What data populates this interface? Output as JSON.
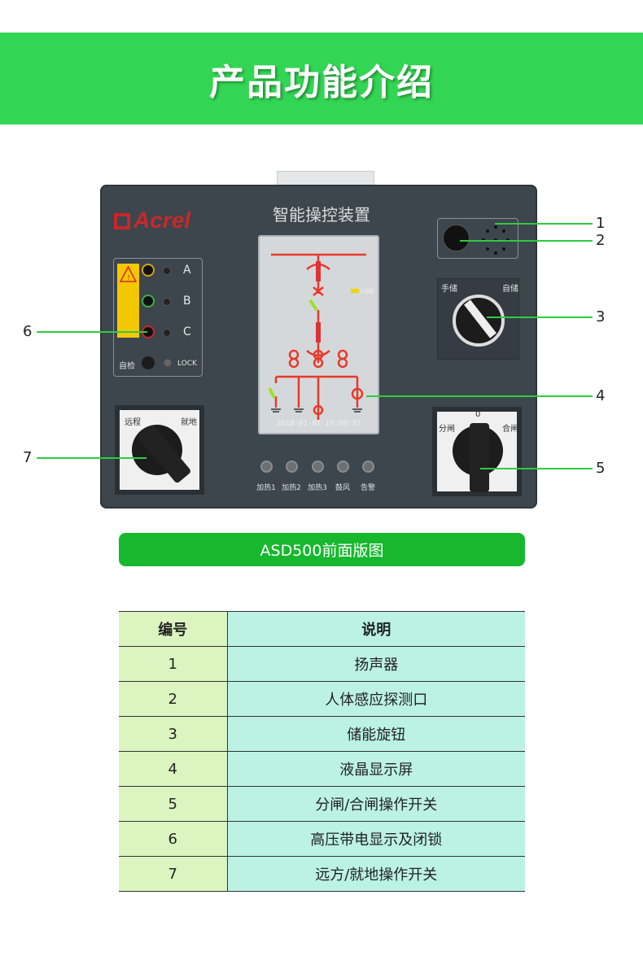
{
  "banner": {
    "title": "产品功能介绍"
  },
  "device": {
    "brand": "Acrel",
    "panel_title": "智能操控装置",
    "phases": [
      "A",
      "B",
      "C"
    ],
    "self_test": "自检",
    "lock": "LOCK",
    "lcd_time": "2018-01-01 19:00:37",
    "lcd_status": "已储能",
    "store_switch": {
      "left": "手储",
      "right": "自储"
    },
    "remote_switch": {
      "left": "远程",
      "right": "就地"
    },
    "breaker_switch": {
      "left": "分闸",
      "center": "0",
      "right": "合闸"
    },
    "indicators": [
      "加热1",
      "加热2",
      "加热3",
      "鼓风",
      "告警"
    ],
    "callouts": [
      "1",
      "2",
      "3",
      "4",
      "5",
      "6",
      "7"
    ]
  },
  "caption": "ASD500前面版图",
  "table": {
    "headers": [
      "编号",
      "说明"
    ],
    "rows": [
      {
        "no": "1",
        "desc": "扬声器"
      },
      {
        "no": "2",
        "desc": "人体感应探测口"
      },
      {
        "no": "3",
        "desc": "储能旋钮"
      },
      {
        "no": "4",
        "desc": "液晶显示屏"
      },
      {
        "no": "5",
        "desc": "分闸/合闸操作开关"
      },
      {
        "no": "6",
        "desc": "高压带电显示及闭锁"
      },
      {
        "no": "7",
        "desc": "远方/就地操作开关"
      }
    ]
  },
  "colors": {
    "banner": "#33d654",
    "caption": "#17b82e",
    "callout": "#2ecc40"
  }
}
